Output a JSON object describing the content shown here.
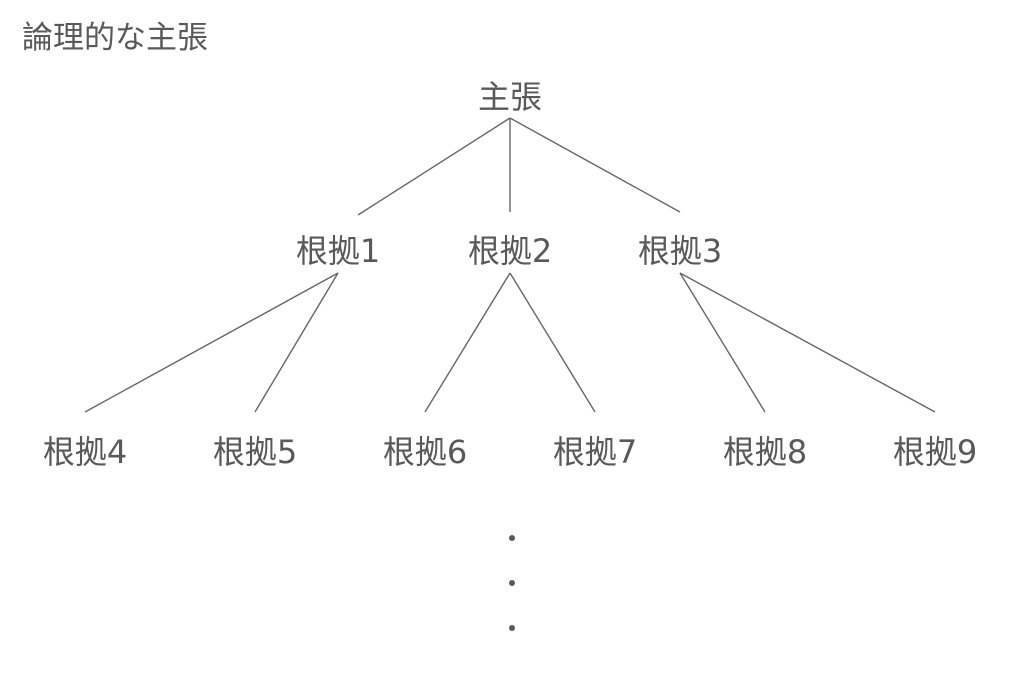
{
  "title": "論理的な主張",
  "root": "主張",
  "level1": [
    "根拠1",
    "根拠2",
    "根拠3"
  ],
  "level2": [
    "根拠4",
    "根拠5",
    "根拠6",
    "根拠7",
    "根拠8",
    "根拠9"
  ],
  "colors": {
    "text": "#595959",
    "line": "#666666"
  }
}
